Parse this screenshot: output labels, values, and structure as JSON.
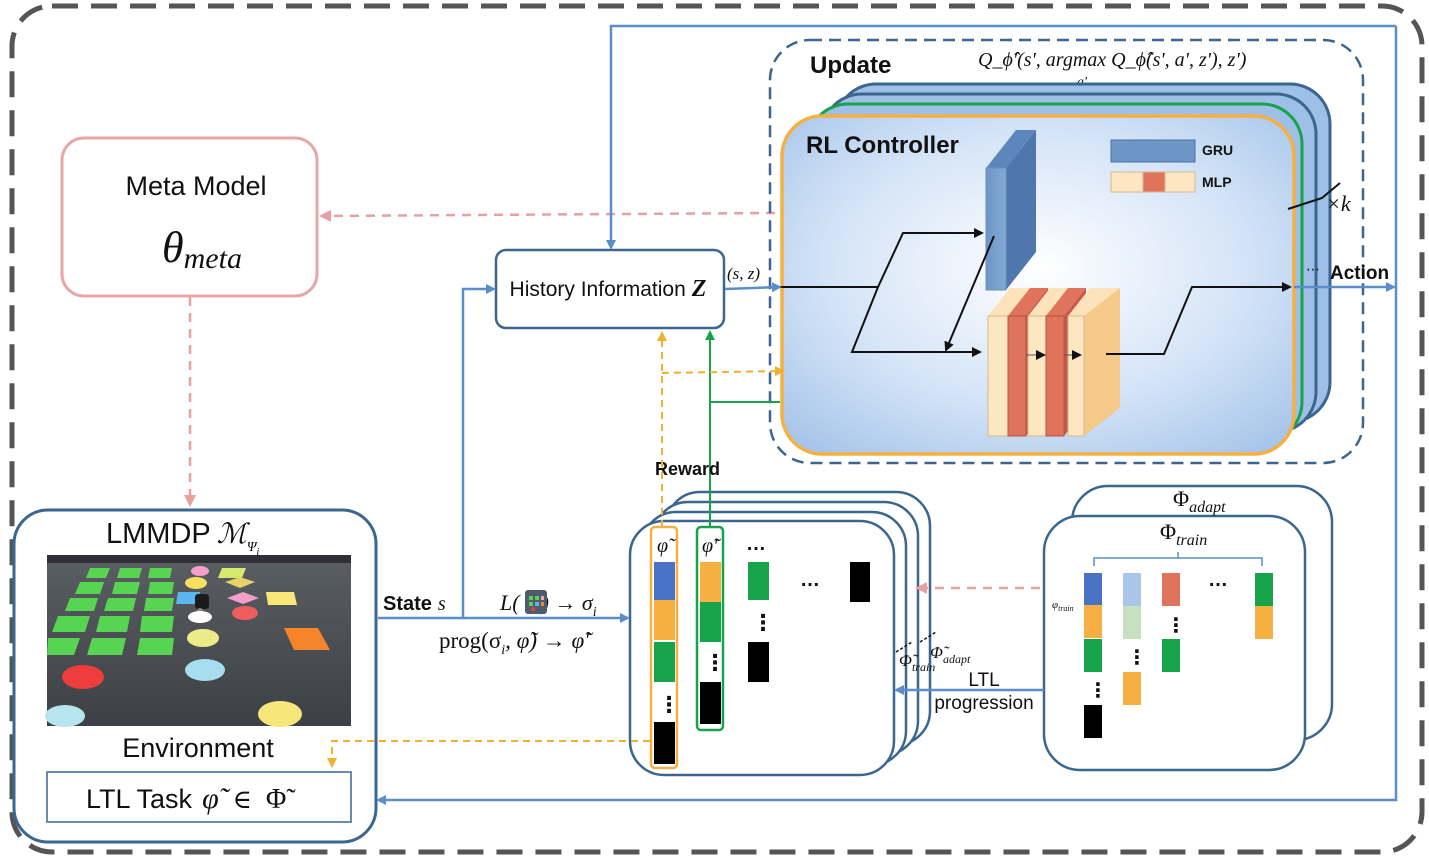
{
  "meta_model": {
    "title": "Meta Model",
    "symbol": "θ",
    "subscript": "meta"
  },
  "lmmdp": {
    "title": "LMMDP",
    "symbol": "ℳ",
    "subscript": "Ψ",
    "subscript2": "i",
    "caption": "Environment"
  },
  "ltl_task": {
    "text": "LTL Task",
    "phi": "φ̃",
    "member": "∈",
    "Phi": "Φ̃"
  },
  "history": {
    "label": "History Information",
    "var": "Z",
    "output": "(s, z)"
  },
  "update": {
    "title": "Update",
    "q_target": "Q_ϕ̂'(s', argmax Q_ϕ̂(s', a', z'), z')",
    "argmax_var": "a'"
  },
  "rl_controller": {
    "title": "RL Controller",
    "legend_gru": "GRU",
    "legend_mlp": "MLP",
    "stack_count": "×k",
    "dots": "⋯",
    "action": "Action"
  },
  "state": {
    "label": "State",
    "var": "s"
  },
  "labeling": {
    "lhs": "L(",
    "rhs": ") → σ",
    "sub": "i"
  },
  "progression": {
    "text": "prog(σ",
    "sub": "i",
    "rest": ", φ̃) → φ̃′"
  },
  "reward": "Reward",
  "task_stack": {
    "col1": "φ̃",
    "col2": "φ̃′",
    "dots": "…",
    "vdots": "⋮"
  },
  "task_sets": {
    "adapt": "Φ",
    "adapt_sub": "adapt",
    "train": "Φ",
    "train_sub": "train",
    "phi_train": "φ",
    "phi_train_sub": "train",
    "dots": "…",
    "vdots": "⋮"
  },
  "ltl_progression": {
    "line1": "LTL",
    "line2": "progression",
    "small_train": "Φ̃",
    "small_train_sub": "train",
    "small_adapt": "Φ̃",
    "small_adapt_sub": "adapt"
  },
  "colors": {
    "blue": "#4a72c4",
    "orange": "#f5b041",
    "green": "#17a34a",
    "red": "#e0735c",
    "lightblue": "#a9c6e8",
    "lightgreen": "#c6e0c0",
    "outline": "#3a6690",
    "pink": "#e8a0a0",
    "arrow_blue": "#5b8ec9",
    "arrow_orange": "#f0b030"
  }
}
